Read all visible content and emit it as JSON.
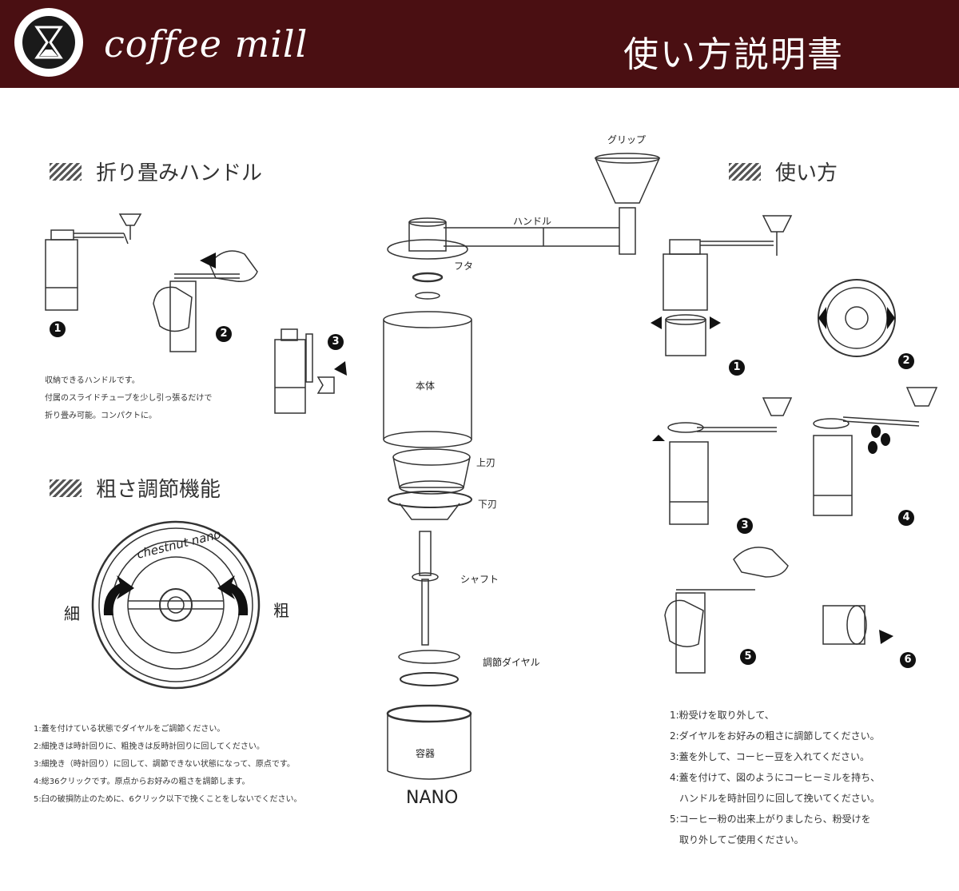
{
  "header": {
    "brand": "coffee mill",
    "title": "使い方説明書"
  },
  "sections": {
    "folding_handle": {
      "title": "折り畳みハンドル",
      "steps": [
        "1",
        "2",
        "3"
      ],
      "notes": [
        "収納できるハンドルです。",
        "付属のスライドチューブを少し引っ張るだけで",
        "折り畳み可能。コンパクトに。"
      ]
    },
    "coarseness": {
      "title": "粗さ調節機能",
      "dial_brand": "chestnut nano",
      "fine_label": "細",
      "coarse_label": "粗",
      "notes": [
        "1:蓋を付けている状態でダイヤルをご調節ください。",
        "2:細挽きは時計回りに、粗挽きは反時計回りに回してください。",
        "3:細挽き（時計回り）に回して、調節できない状態になって、原点です。",
        "4:総36クリックです。原点からお好みの粗さを調節します。",
        "5:臼の破損防止のために、6クリック以下で挽くことをしないでください。"
      ]
    },
    "parts": {
      "grip": "グリップ",
      "handle": "ハンドル",
      "lid": "フタ",
      "body": "本体",
      "upper_blade": "上刃",
      "lower_blade": "下刃",
      "shaft": "シャフト",
      "dial": "調節ダイヤル",
      "container": "容器",
      "model": "NANO"
    },
    "usage": {
      "title": "使い方",
      "steps": [
        "1",
        "2",
        "3",
        "4",
        "5",
        "6"
      ],
      "notes": [
        "1:粉受けを取り外して、",
        "2:ダイヤルをお好みの粗さに調節してください。",
        "3:蓋を外して、コーヒー豆を入れてください。",
        "4:蓋を付けて、図のようにコーヒーミルを持ち、",
        "　ハンドルを時計回りに回して挽いてください。",
        "5:コーヒー粉の出来上がりましたら、粉受けを",
        "　取り外してご使用ください。"
      ]
    }
  },
  "colors": {
    "header_bg": "#4a0f12",
    "ink": "#222222"
  }
}
